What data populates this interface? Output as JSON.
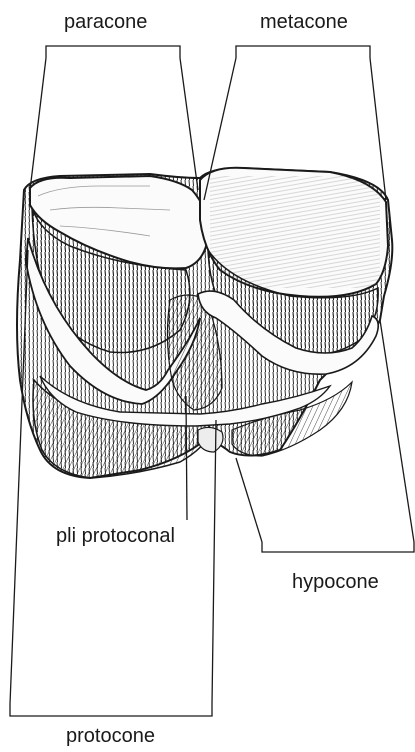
{
  "labels": {
    "paracone": "paracone",
    "metacone": "metacone",
    "pli_protoconal": "pli protoconal",
    "hypocone": "hypocone",
    "protocone": "protocone"
  },
  "colors": {
    "ink": "#1a1a1a",
    "paper": "#ffffff",
    "enamel": "#fbfbfb",
    "shade": "#d8d8d8"
  }
}
